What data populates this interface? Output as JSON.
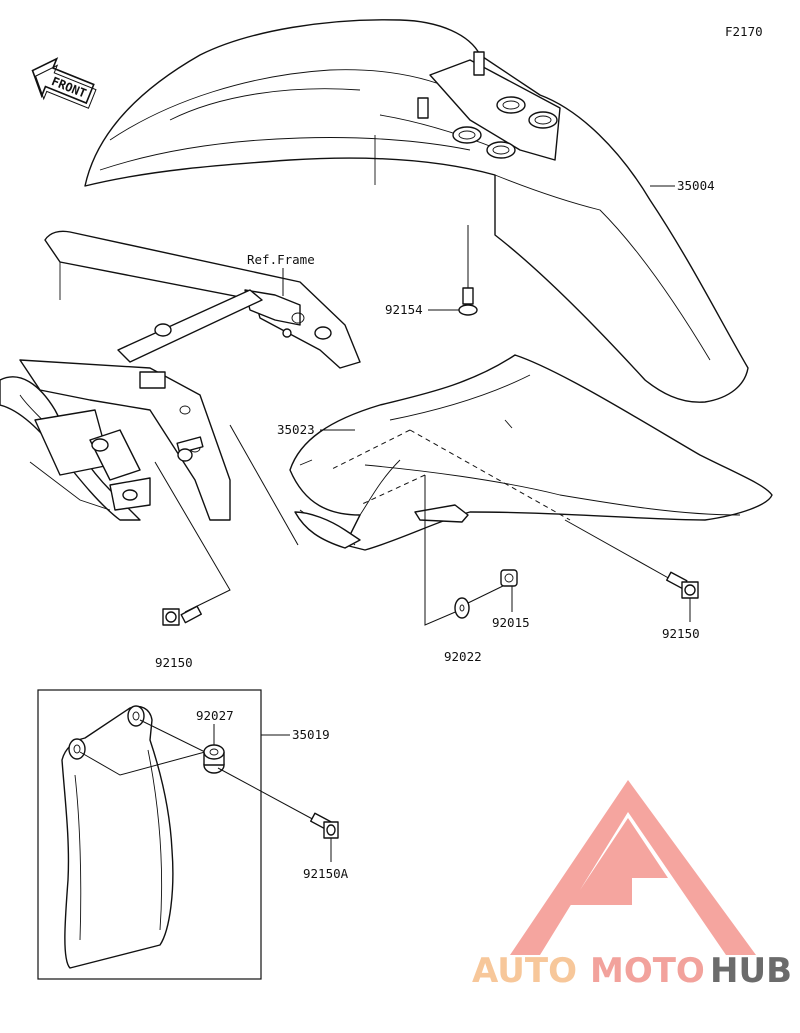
{
  "diagram": {
    "figure_code": "F2170",
    "direction_arrow": "FRONT",
    "reference_label": "Ref.Frame",
    "parts": [
      {
        "id": "p35004",
        "number": "35004"
      },
      {
        "id": "p92154",
        "number": "92154"
      },
      {
        "id": "p35023",
        "number": "35023"
      },
      {
        "id": "p92150_left",
        "number": "92150"
      },
      {
        "id": "p92150_right",
        "number": "92150"
      },
      {
        "id": "p92015",
        "number": "92015"
      },
      {
        "id": "p92022",
        "number": "92022"
      },
      {
        "id": "p92027",
        "number": "92027"
      },
      {
        "id": "p35019",
        "number": "35019"
      },
      {
        "id": "p92150A",
        "number": "92150A"
      }
    ]
  },
  "watermark": {
    "part1": "AUTO",
    "part2": "MOTO",
    "part3": "HUB",
    "colors": {
      "logo": "#f4a09a",
      "auto": "#f7c79a",
      "moto": "#f2a29c",
      "hub": "#6b6b6b"
    }
  }
}
